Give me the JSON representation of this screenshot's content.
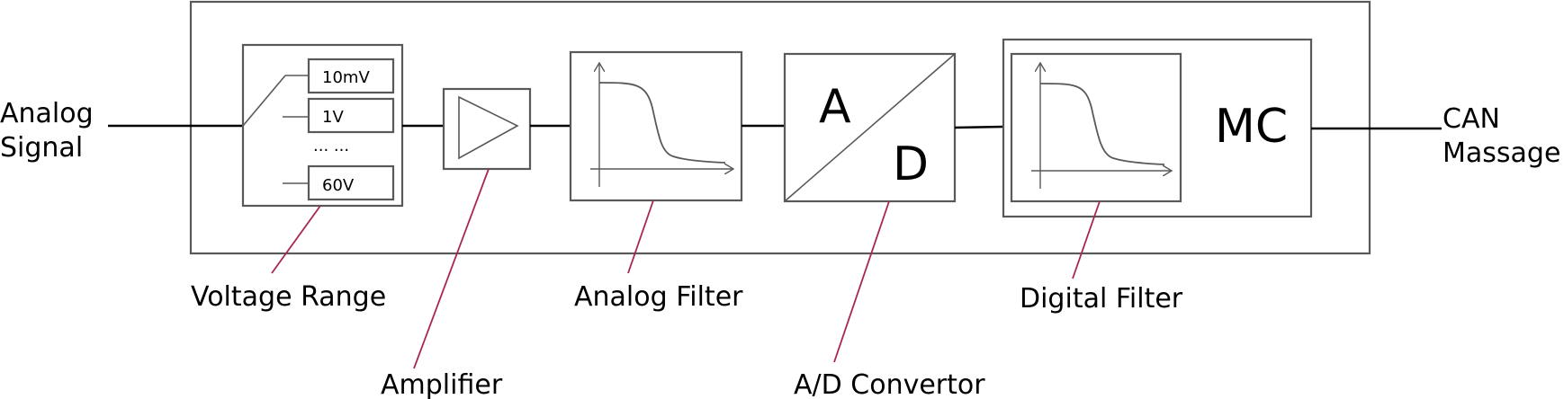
{
  "input": {
    "line1": "Analog",
    "line2": "Signal"
  },
  "output": {
    "line1": "CAN",
    "line2": "Massage"
  },
  "voltage_range": {
    "label": "Voltage Range",
    "options": [
      "10mV",
      "1V",
      "60V"
    ],
    "ellipsis": "... ..."
  },
  "amplifier": {
    "label": "Amplifier"
  },
  "analog_filter": {
    "label": "Analog Filter"
  },
  "ad_convertor": {
    "label": "A/D Convertor",
    "letter_a": "A",
    "letter_d": "D"
  },
  "digital_filter": {
    "label": "Digital Filter",
    "mc": "MC"
  },
  "colors": {
    "leader": "#a8284d",
    "border": "#595959"
  }
}
